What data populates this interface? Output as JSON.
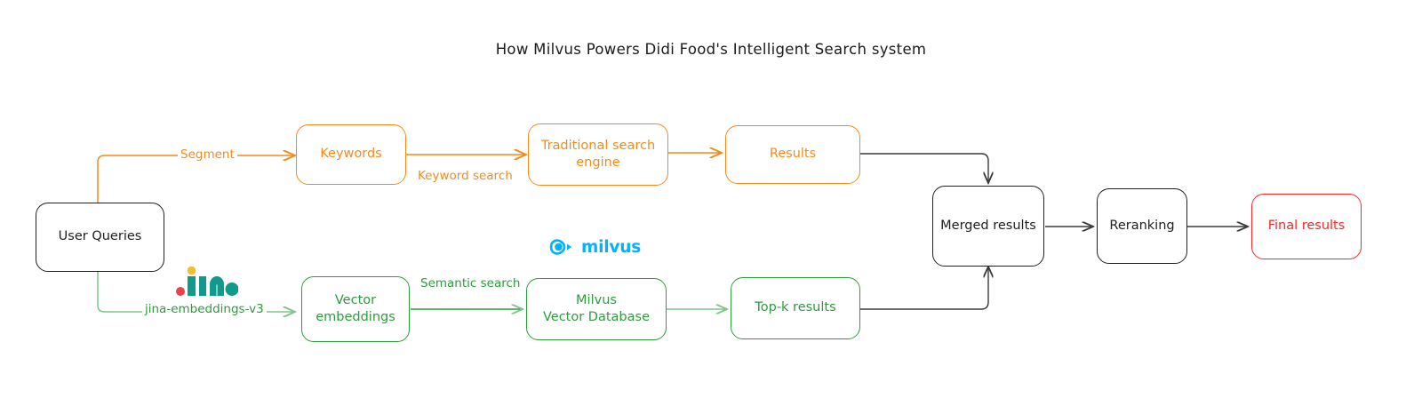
{
  "title": "How Milvus Powers Didi Food's Intelligent Search system",
  "colors": {
    "orange": "#f08c1e",
    "green": "#2e9b3e",
    "red": "#ee2b2b",
    "black": "#202020",
    "milvus_blue": "#00b2ff",
    "jina_teal": "#0f9a8c",
    "jina_yellow": "#f5bc2c",
    "jina_red": "#e8434a",
    "background": "#ffffff"
  },
  "nodes": {
    "user_queries": {
      "label": "User Queries",
      "color": "black"
    },
    "keywords": {
      "label": "Keywords",
      "color": "orange"
    },
    "traditional_search_engine": {
      "line1": "Traditional search",
      "line2": "engine",
      "color": "orange"
    },
    "results": {
      "label": "Results",
      "color": "orange"
    },
    "vector_embeddings": {
      "line1": "Vector",
      "line2": "embeddings",
      "color": "green"
    },
    "milvus_vector_database": {
      "line1": "Milvus",
      "line2": "Vector Database",
      "color": "green"
    },
    "topk_results": {
      "label": "Top-k results",
      "color": "green"
    },
    "merged_results": {
      "label": "Merged results",
      "color": "black"
    },
    "reranking": {
      "label": "Reranking",
      "color": "black"
    },
    "final_results": {
      "label": "Final results",
      "color": "red"
    }
  },
  "edge_labels": {
    "segment": "Segment",
    "keyword_search": "Keyword search",
    "jina_embeddings": "jina-embeddings-v3",
    "semantic_search": "Semantic search"
  },
  "logos": {
    "jina": {
      "name": "jina-logo",
      "wordmark": "jina"
    },
    "milvus": {
      "name": "milvus-logo",
      "wordmark": "milvus"
    }
  }
}
